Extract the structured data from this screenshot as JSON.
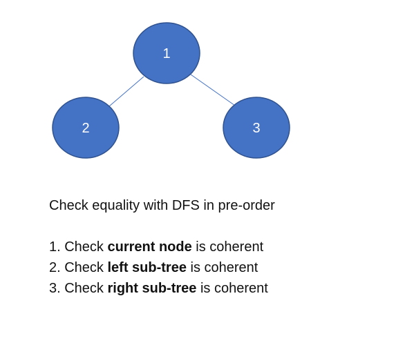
{
  "diagram": {
    "colors": {
      "node_fill": "#4472C4",
      "node_stroke": "#2F528F",
      "edge": "#4472C4",
      "label": "#FFFFFF"
    },
    "nodes": [
      {
        "id": "root",
        "label": "1"
      },
      {
        "id": "left",
        "label": "2"
      },
      {
        "id": "right",
        "label": "3"
      }
    ],
    "edges": [
      {
        "from": "root",
        "to": "left"
      },
      {
        "from": "root",
        "to": "right"
      }
    ]
  },
  "text": {
    "heading": "Check equality with DFS in pre-order",
    "steps": [
      {
        "prefix": "1. Check ",
        "emphasis": "current node",
        "suffix": " is coherent"
      },
      {
        "prefix": "2. Check ",
        "emphasis": "left sub-tree",
        "suffix": " is coherent"
      },
      {
        "prefix": "3. Check ",
        "emphasis": "right sub-tree",
        "suffix": " is coherent"
      }
    ]
  }
}
